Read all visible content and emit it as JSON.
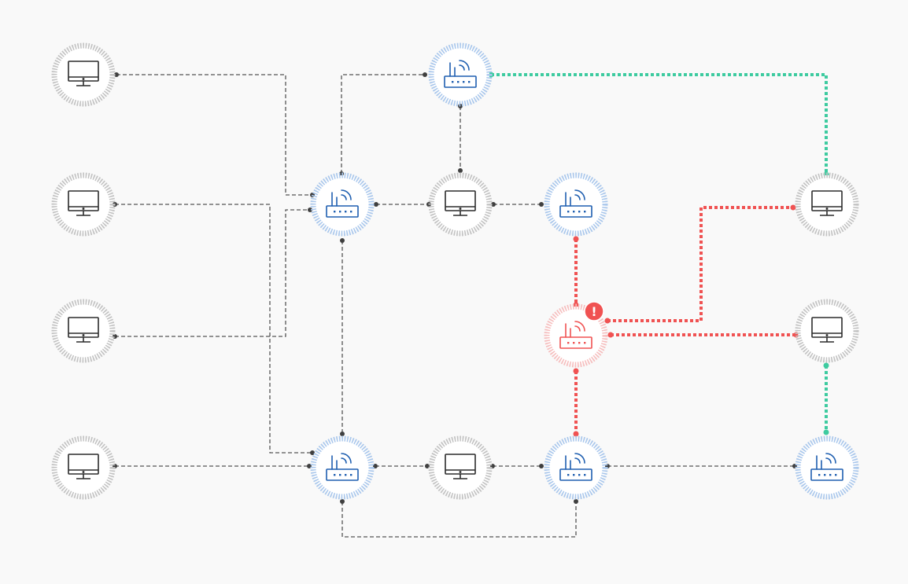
{
  "colors": {
    "background": "#f9f9f9",
    "computer_icon": "#2c2c2c",
    "router_icon": "#1f5fb0",
    "fault": "#f05252",
    "healthy_link": "#3ecba0",
    "normal_link": "#555555"
  },
  "alert": {
    "symbol": "!"
  },
  "nodes": [
    {
      "id": "pc-1",
      "kind": "computer",
      "icon": "desktop-monitor-icon",
      "state": "normal"
    },
    {
      "id": "pc-2",
      "kind": "computer",
      "icon": "desktop-monitor-icon",
      "state": "normal"
    },
    {
      "id": "pc-3",
      "kind": "computer",
      "icon": "desktop-monitor-icon",
      "state": "normal"
    },
    {
      "id": "pc-4",
      "kind": "computer",
      "icon": "desktop-monitor-icon",
      "state": "normal"
    },
    {
      "id": "router-top",
      "kind": "router",
      "icon": "wifi-router-icon",
      "state": "normal"
    },
    {
      "id": "router-center",
      "kind": "router",
      "icon": "wifi-router-icon",
      "state": "normal"
    },
    {
      "id": "pc-center",
      "kind": "computer",
      "icon": "desktop-monitor-icon",
      "state": "normal"
    },
    {
      "id": "router-mid",
      "kind": "router",
      "icon": "wifi-router-icon",
      "state": "normal"
    },
    {
      "id": "router-fault",
      "kind": "router",
      "icon": "wifi-router-icon",
      "state": "fault"
    },
    {
      "id": "pc-right-1",
      "kind": "computer",
      "icon": "desktop-monitor-icon",
      "state": "normal"
    },
    {
      "id": "pc-right-2",
      "kind": "computer",
      "icon": "desktop-monitor-icon",
      "state": "normal"
    },
    {
      "id": "router-bottom-left",
      "kind": "router",
      "icon": "wifi-router-icon",
      "state": "normal"
    },
    {
      "id": "pc-bottom",
      "kind": "computer",
      "icon": "desktop-monitor-icon",
      "state": "normal"
    },
    {
      "id": "router-bottom-mid",
      "kind": "router",
      "icon": "wifi-router-icon",
      "state": "normal"
    },
    {
      "id": "router-bottom-right",
      "kind": "router",
      "icon": "wifi-router-icon",
      "state": "normal"
    }
  ],
  "links": [
    {
      "from": "pc-1",
      "to": "router-center",
      "status": "normal"
    },
    {
      "from": "pc-2",
      "to": "router-bottom-left",
      "status": "normal"
    },
    {
      "from": "pc-3",
      "to": "router-center",
      "status": "normal"
    },
    {
      "from": "pc-4",
      "to": "router-bottom-left",
      "status": "normal"
    },
    {
      "from": "router-center",
      "to": "router-top",
      "status": "normal"
    },
    {
      "from": "router-top",
      "to": "pc-center",
      "status": "normal"
    },
    {
      "from": "router-top",
      "to": "pc-right-1",
      "status": "healthy"
    },
    {
      "from": "router-center",
      "to": "pc-center",
      "status": "normal"
    },
    {
      "from": "pc-center",
      "to": "router-mid",
      "status": "normal"
    },
    {
      "from": "router-center",
      "to": "router-bottom-left",
      "status": "normal"
    },
    {
      "from": "router-mid",
      "to": "router-fault",
      "status": "fault"
    },
    {
      "from": "router-fault",
      "to": "pc-right-1",
      "status": "fault"
    },
    {
      "from": "router-fault",
      "to": "pc-right-2",
      "status": "fault"
    },
    {
      "from": "router-fault",
      "to": "router-bottom-mid",
      "status": "fault"
    },
    {
      "from": "pc-right-2",
      "to": "router-bottom-right",
      "status": "healthy"
    },
    {
      "from": "router-bottom-left",
      "to": "pc-bottom",
      "status": "normal"
    },
    {
      "from": "pc-bottom",
      "to": "router-bottom-mid",
      "status": "normal"
    },
    {
      "from": "router-bottom-mid",
      "to": "router-bottom-right",
      "status": "normal"
    },
    {
      "from": "router-bottom-left",
      "to": "router-bottom-mid",
      "status": "normal"
    }
  ]
}
